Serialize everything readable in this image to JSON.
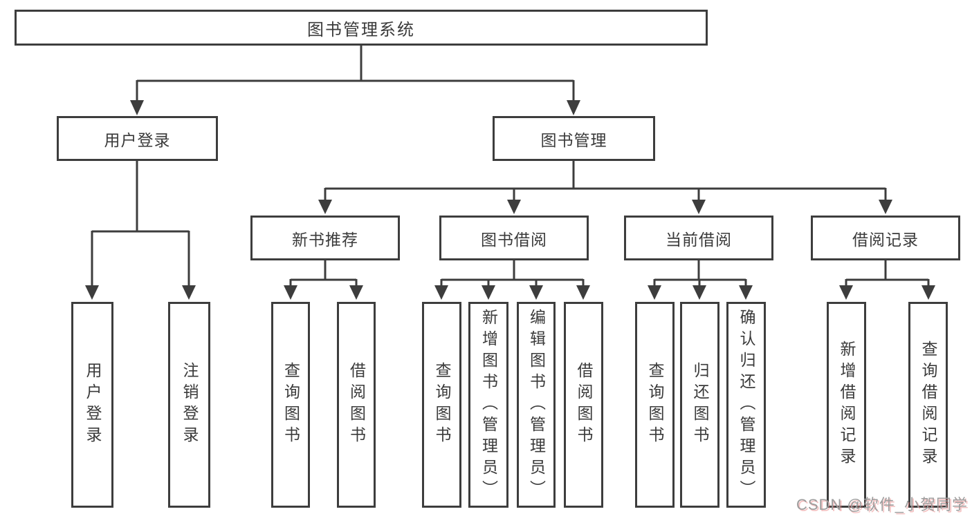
{
  "diagram": {
    "root": {
      "label": "图书管理系统"
    },
    "level2": {
      "user_login": {
        "label": "用户登录"
      },
      "book_management": {
        "label": "图书管理"
      }
    },
    "level3": {
      "new_book_recommend": {
        "label": "新书推荐"
      },
      "book_borrowing": {
        "label": "图书借阅"
      },
      "current_borrowing": {
        "label": "当前借阅"
      },
      "borrowing_records": {
        "label": "借阅记录"
      }
    },
    "leaves": {
      "user_login": [
        "用户登录",
        "注销登录"
      ],
      "new_book_recommend": [
        "查询图书",
        "借阅图书"
      ],
      "book_borrowing": [
        "查询图书",
        "新增图书（管理员）",
        "编辑图书（管理员）",
        "借阅图书"
      ],
      "current_borrowing": [
        "查询图书",
        "归还图书",
        "确认归还（管理员）"
      ],
      "borrowing_records": [
        "新增借阅记录",
        "查询借阅记录"
      ]
    }
  },
  "watermark": {
    "text": "CSDN @软件_小贺同学"
  },
  "colors": {
    "line": "#3d3d3d",
    "text": "#3a3a3a",
    "background": "#ffffff",
    "watermark_text": "#9c9c9c",
    "watermark_shadow": "#e77777"
  }
}
